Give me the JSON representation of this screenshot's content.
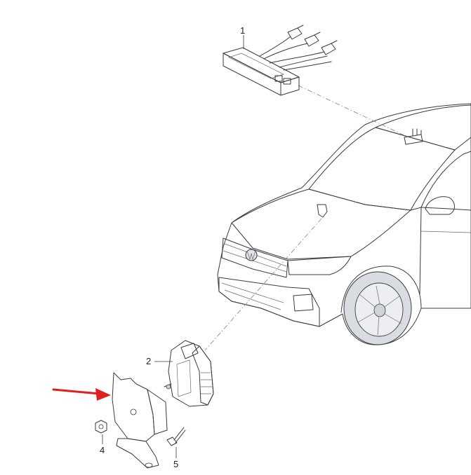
{
  "callouts": {
    "c1": "1",
    "c2": "2",
    "c4": "4",
    "c5": "5"
  },
  "colors": {
    "part_fill": "#e3e6ea",
    "part_shade": "#c3c8ce",
    "car_body": "#eef0f3",
    "car_glass": "#d6dbe1",
    "line": "#3a3a3a",
    "arrow": "#e0201c"
  }
}
